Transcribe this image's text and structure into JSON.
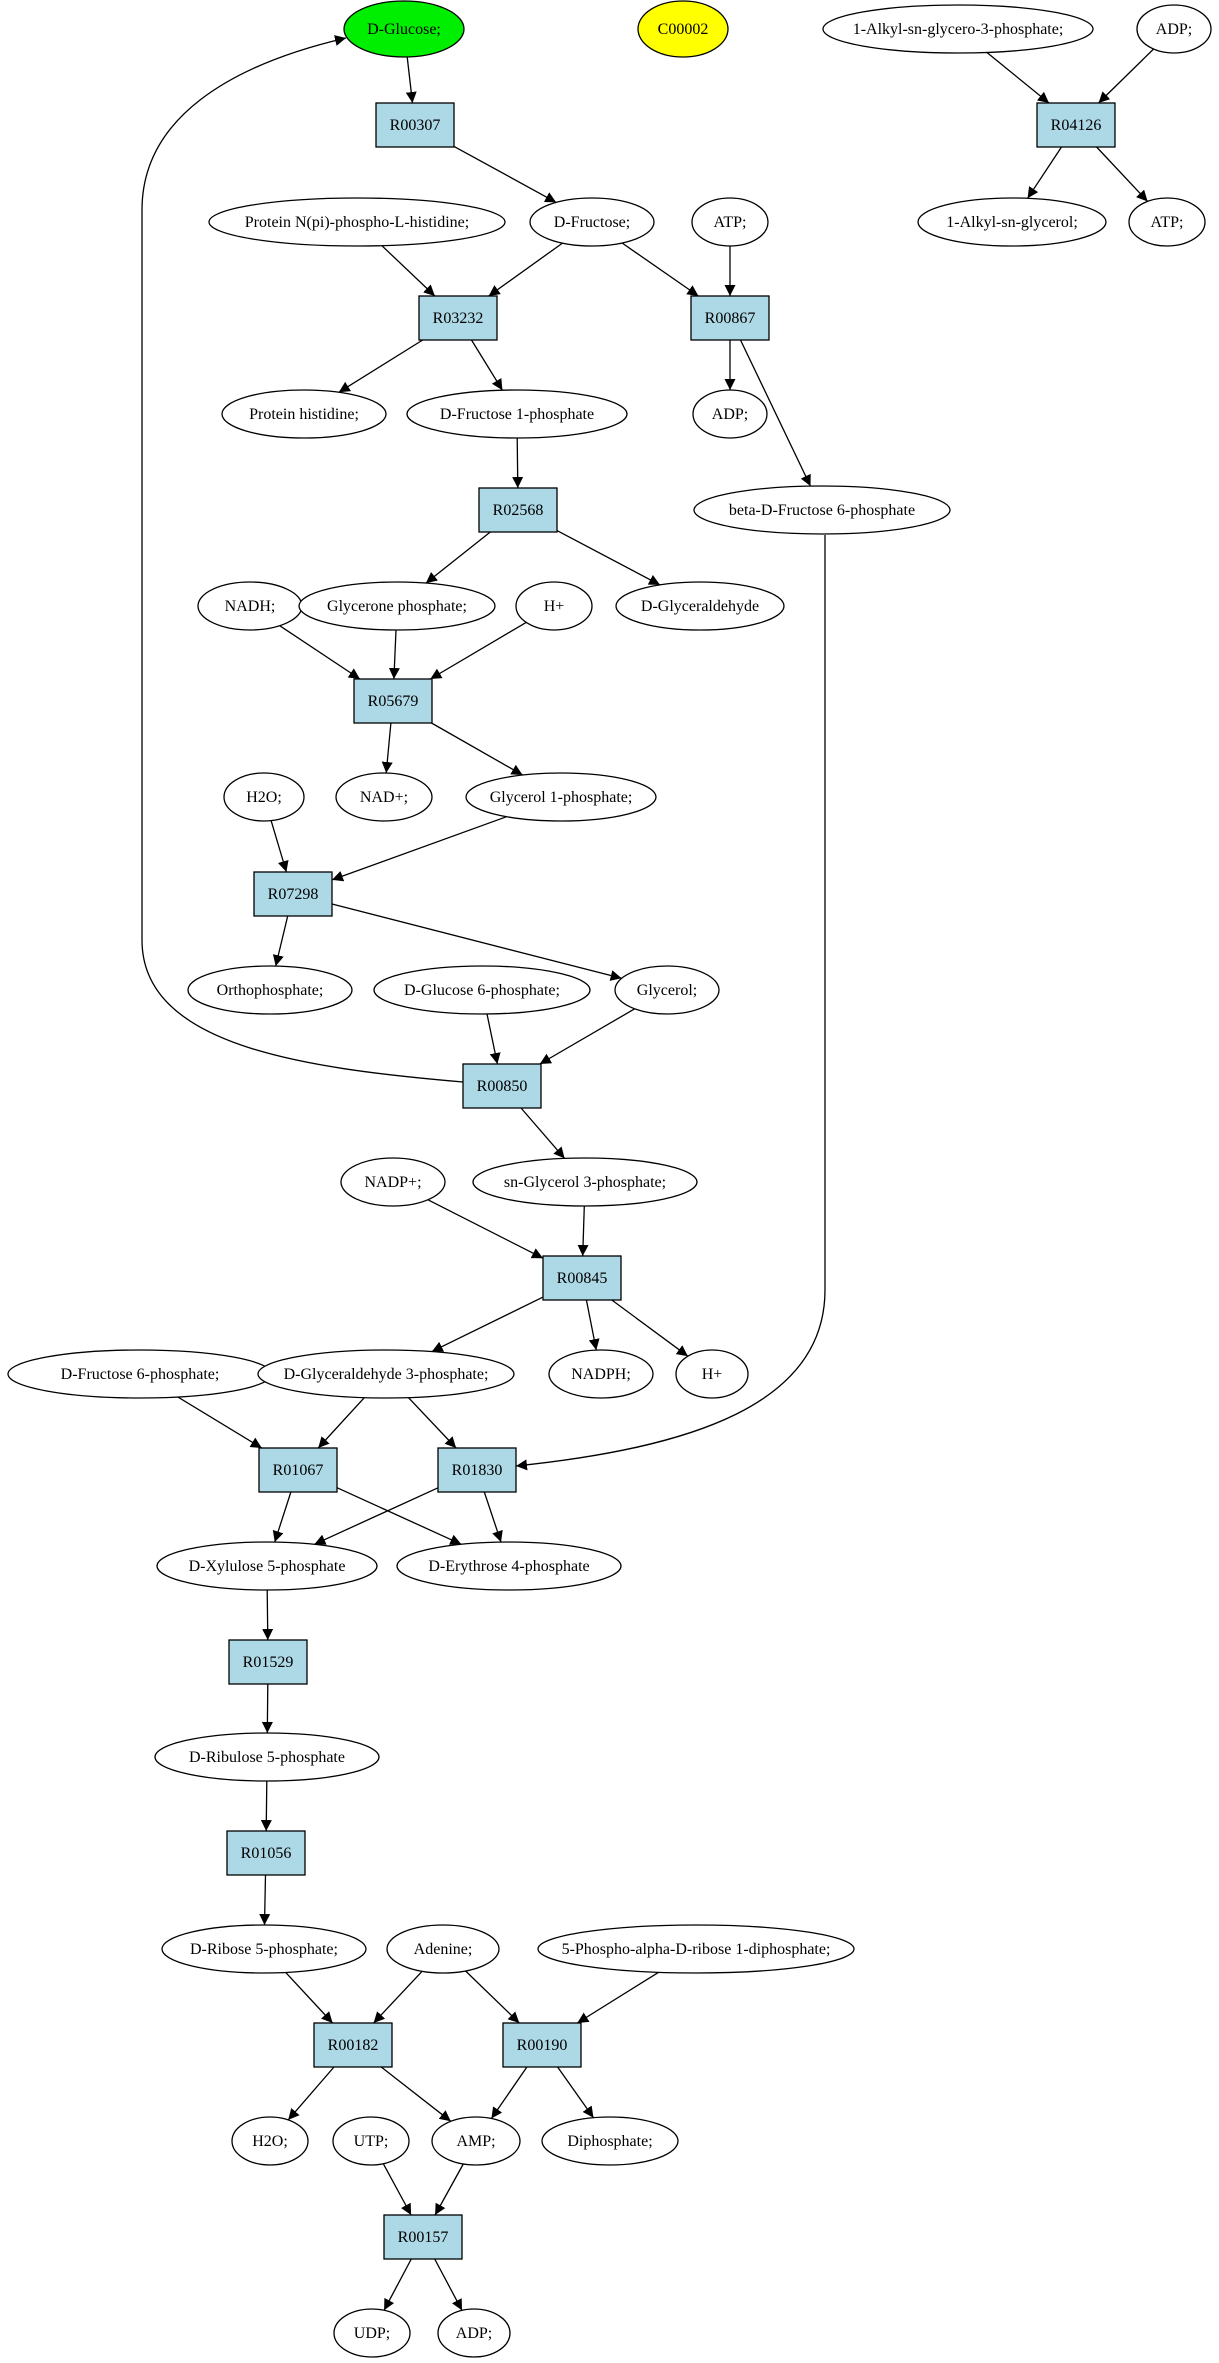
{
  "colors": {
    "compound_fill": "#ffffff",
    "highlight_green": "#00ee00",
    "highlight_yellow": "#ffff00",
    "reaction_fill": "#add8e6",
    "stroke": "#000000"
  },
  "compounds": {
    "dglucose": "D-Glucose;",
    "c00002": "C00002",
    "alkylg3p": "1-Alkyl-sn-glycero-3-phosphate;",
    "adp_a": "ADP;",
    "dfructose": "D-Fructose;",
    "protnpi": "Protein N(pi)-phospho-L-histidine;",
    "atp_a": "ATP;",
    "alkylg": "1-Alkyl-sn-glycerol;",
    "atp_b": "ATP;",
    "prothis": "Protein histidine;",
    "df1p": "D-Fructose 1-phosphate",
    "adp_b": "ADP;",
    "bdf6p": "beta-D-Fructose 6-phosphate",
    "nadh": "NADH;",
    "glycp": "Glycerone phosphate;",
    "hplus_a": "H+",
    "dglyald": "D-Glyceraldehyde",
    "h2o_a": "H2O;",
    "nadplus": "NAD+;",
    "g1p": "Glycerol 1-phosphate;",
    "orthop": "Orthophosphate;",
    "dg6p": "D-Glucose 6-phosphate;",
    "glycerol": "Glycerol;",
    "nadpplus": "NADP+;",
    "sng3p": "sn-Glycerol 3-phosphate;",
    "df6p": "D-Fructose 6-phosphate;",
    "dga3p": "D-Glyceraldehyde 3-phosphate;",
    "nadph": "NADPH;",
    "hplus_b": "H+",
    "dx5p": "D-Xylulose 5-phosphate",
    "de4p": "D-Erythrose 4-phosphate",
    "dru5p": "D-Ribulose 5-phosphate",
    "dr5p": "D-Ribose 5-phosphate;",
    "adenine": "Adenine;",
    "prpp": "5-Phospho-alpha-D-ribose 1-diphosphate;",
    "h2o_b": "H2O;",
    "utp": "UTP;",
    "amp": "AMP;",
    "diphos": "Diphosphate;",
    "udp": "UDP;",
    "adp_c": "ADP;"
  },
  "reactions": {
    "r00307": "R00307",
    "r04126": "R04126",
    "r03232": "R03232",
    "r00867": "R00867",
    "r02568": "R02568",
    "r05679": "R05679",
    "r07298": "R07298",
    "r00850": "R00850",
    "r00845": "R00845",
    "r01067": "R01067",
    "r01830": "R01830",
    "r01529": "R01529",
    "r01056": "R01056",
    "r00182": "R00182",
    "r00190": "R00190",
    "r00157": "R00157"
  },
  "edges": [
    [
      "dglucose",
      "r00307"
    ],
    [
      "r00307",
      "dfructose"
    ],
    [
      "alkylg3p",
      "r04126"
    ],
    [
      "adp_a",
      "r04126"
    ],
    [
      "r04126",
      "alkylg"
    ],
    [
      "r04126",
      "atp_b"
    ],
    [
      "protnpi",
      "r03232"
    ],
    [
      "dfructose",
      "r03232"
    ],
    [
      "dfructose",
      "r00867"
    ],
    [
      "atp_a",
      "r00867"
    ],
    [
      "r03232",
      "prothis"
    ],
    [
      "r03232",
      "df1p"
    ],
    [
      "r00867",
      "adp_b"
    ],
    [
      "r00867",
      "bdf6p"
    ],
    [
      "df1p",
      "r02568"
    ],
    [
      "r02568",
      "glycp"
    ],
    [
      "r02568",
      "dglyald"
    ],
    [
      "nadh",
      "r05679"
    ],
    [
      "glycp",
      "r05679"
    ],
    [
      "hplus_a",
      "r05679"
    ],
    [
      "r05679",
      "nadplus"
    ],
    [
      "r05679",
      "g1p"
    ],
    [
      "h2o_a",
      "r07298"
    ],
    [
      "g1p",
      "r07298"
    ],
    [
      "r07298",
      "orthop"
    ],
    [
      "r07298",
      "glycerol"
    ],
    [
      "dg6p",
      "r00850"
    ],
    [
      "glycerol",
      "r00850"
    ],
    [
      "r00850",
      "dglucose"
    ],
    [
      "r00850",
      "sng3p"
    ],
    [
      "nadpplus",
      "r00845"
    ],
    [
      "sng3p",
      "r00845"
    ],
    [
      "r00845",
      "dga3p"
    ],
    [
      "r00845",
      "nadph"
    ],
    [
      "r00845",
      "hplus_b"
    ],
    [
      "df6p",
      "r01067"
    ],
    [
      "dga3p",
      "r01067"
    ],
    [
      "dga3p",
      "r01830"
    ],
    [
      "bdf6p",
      "r01830"
    ],
    [
      "r01067",
      "dx5p"
    ],
    [
      "r01067",
      "de4p"
    ],
    [
      "r01830",
      "dx5p"
    ],
    [
      "r01830",
      "de4p"
    ],
    [
      "dx5p",
      "r01529"
    ],
    [
      "r01529",
      "dru5p"
    ],
    [
      "dru5p",
      "r01056"
    ],
    [
      "r01056",
      "dr5p"
    ],
    [
      "dr5p",
      "r00182"
    ],
    [
      "adenine",
      "r00182"
    ],
    [
      "adenine",
      "r00190"
    ],
    [
      "prpp",
      "r00190"
    ],
    [
      "r00182",
      "h2o_b"
    ],
    [
      "r00182",
      "amp"
    ],
    [
      "r00190",
      "amp"
    ],
    [
      "r00190",
      "diphos"
    ],
    [
      "utp",
      "r00157"
    ],
    [
      "amp",
      "r00157"
    ],
    [
      "r00157",
      "udp"
    ],
    [
      "r00157",
      "adp_c"
    ]
  ]
}
